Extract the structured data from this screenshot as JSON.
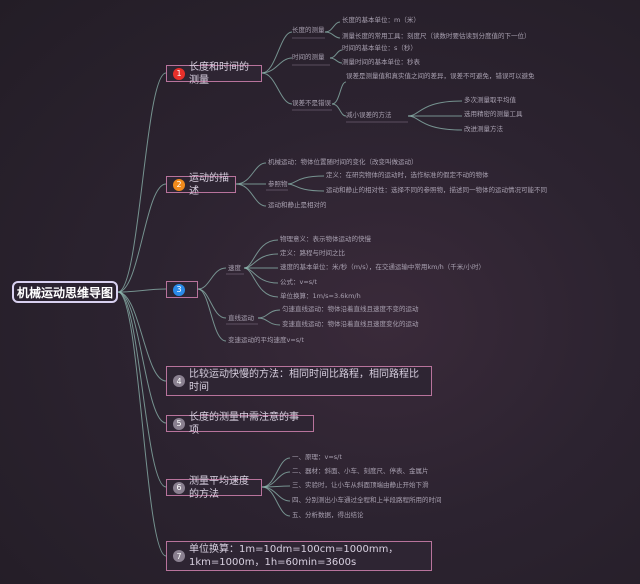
{
  "root": {
    "title": "机械运动思维导图"
  },
  "branches": [
    {
      "number": "1",
      "number_color": "#e8302a",
      "label": "长度和时间的测量",
      "children": [
        {
          "label": "长度的测量",
          "children": [
            {
              "label": "长度的基本单位：m（米）"
            },
            {
              "label": "测量长度的常用工具：刻度尺（读数时要估读到分度值的下一位）"
            }
          ]
        },
        {
          "label": "时间的测量",
          "children": [
            {
              "label": "时间的基本单位：s（秒）"
            },
            {
              "label": "测量时间的基本单位：秒表"
            }
          ]
        },
        {
          "label": "误差不是错误",
          "children": [
            {
              "label": "误差是测量值和真实值之间的差异，误差不可避免，错误可以避免"
            },
            {
              "label": "减小误差的方法",
              "children": [
                {
                  "label": "多次测量取平均值"
                },
                {
                  "label": "选用精密的测量工具"
                },
                {
                  "label": "改进测量方法"
                }
              ]
            }
          ]
        }
      ]
    },
    {
      "number": "2",
      "number_color": "#f08a1c",
      "label": "运动的描述",
      "children": [
        {
          "label": "机械运动：物体位置随时间的变化（改变叫做运动）"
        },
        {
          "label": "参照物",
          "children": [
            {
              "label": "定义：在研究物体的运动时，选作标准的假定不动的物体"
            },
            {
              "label": "运动和静止的相对性：选择不同的参照物，描述同一物体的运动情况可能不同"
            }
          ]
        },
        {
          "label": "运动和静止是相对的"
        }
      ]
    },
    {
      "number": "3",
      "number_color": "#2a8ae8",
      "label": "",
      "children": [
        {
          "label": "速度",
          "children": [
            {
              "label": "物理意义：表示物体运动的快慢"
            },
            {
              "label": "定义：路程与时间之比"
            },
            {
              "label": "速度的基本单位：米/秒（m/s），在交通运输中常用km/h（千米/小时）"
            },
            {
              "label": "公式：v=s/t"
            },
            {
              "label": "单位换算：1m/s=3.6km/h"
            }
          ]
        },
        {
          "label": "直线运动",
          "children": [
            {
              "label": "匀速直线运动：物体沿着直线且速度不变的运动"
            },
            {
              "label": "变速直线运动：物体沿着直线且速度变化的运动"
            }
          ]
        },
        {
          "label": "变速运动的平均速度v=s/t"
        }
      ]
    },
    {
      "number": "4",
      "number_color": "#8a8090",
      "label": "比较运动快慢的方法：相同时间比路程，相同路程比时间"
    },
    {
      "number": "5",
      "number_color": "#8a8090",
      "label": "长度的测量中需注意的事项"
    },
    {
      "number": "6",
      "number_color": "#8a8090",
      "label": "测量平均速度的方法",
      "children": [
        {
          "label": "一、原理：v=s/t"
        },
        {
          "label": "二、器材：斜面、小车、刻度尺、停表、金属片"
        },
        {
          "label": "三、实验时，让小车从斜面顶端由静止开始下滑"
        },
        {
          "label": "四、分别测出小车通过全程和上半段路程所用的时间"
        },
        {
          "label": "五、分析数据，得出结论"
        }
      ]
    },
    {
      "number": "7",
      "number_color": "#8a8090",
      "label": "单位换算：1m=10dm=100cm=1000mm，1km=1000m，1h=60min=3600s"
    }
  ]
}
